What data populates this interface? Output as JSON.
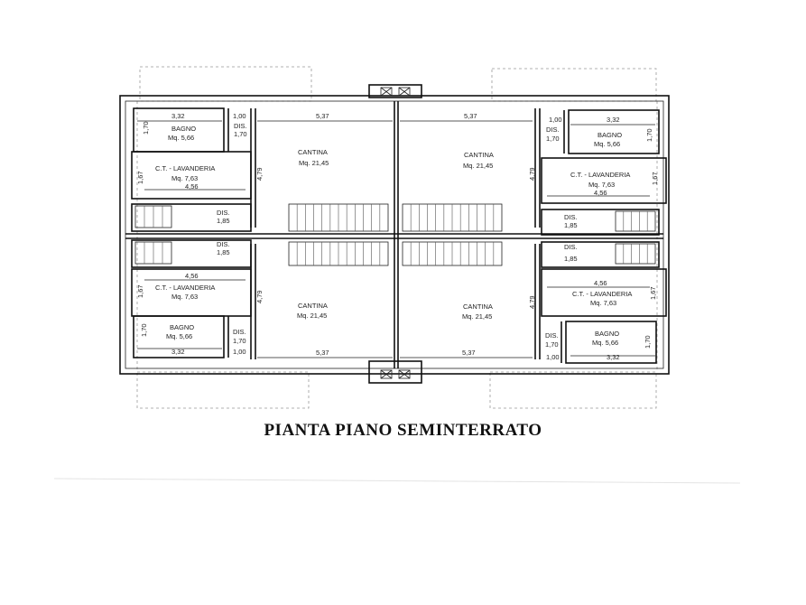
{
  "title": "PIANTA PIANO SEMINTERRATO",
  "rooms": {
    "cantina_label": "CANTINA",
    "cantina_area": "Mq. 21,45",
    "bagno_label": "BAGNO",
    "bagno_area": "Mq. 5,66",
    "lav_label": "C.T. - LAVANDERIA",
    "lav_area": "Mq. 7,63",
    "dis_label": "DIS."
  },
  "dims": {
    "w537": "5,37",
    "w332": "3,32",
    "w100": "1,00",
    "w170": "1,70",
    "w456": "4,56",
    "w479": "4,79",
    "w167": "1,67",
    "w185": "1,85"
  }
}
